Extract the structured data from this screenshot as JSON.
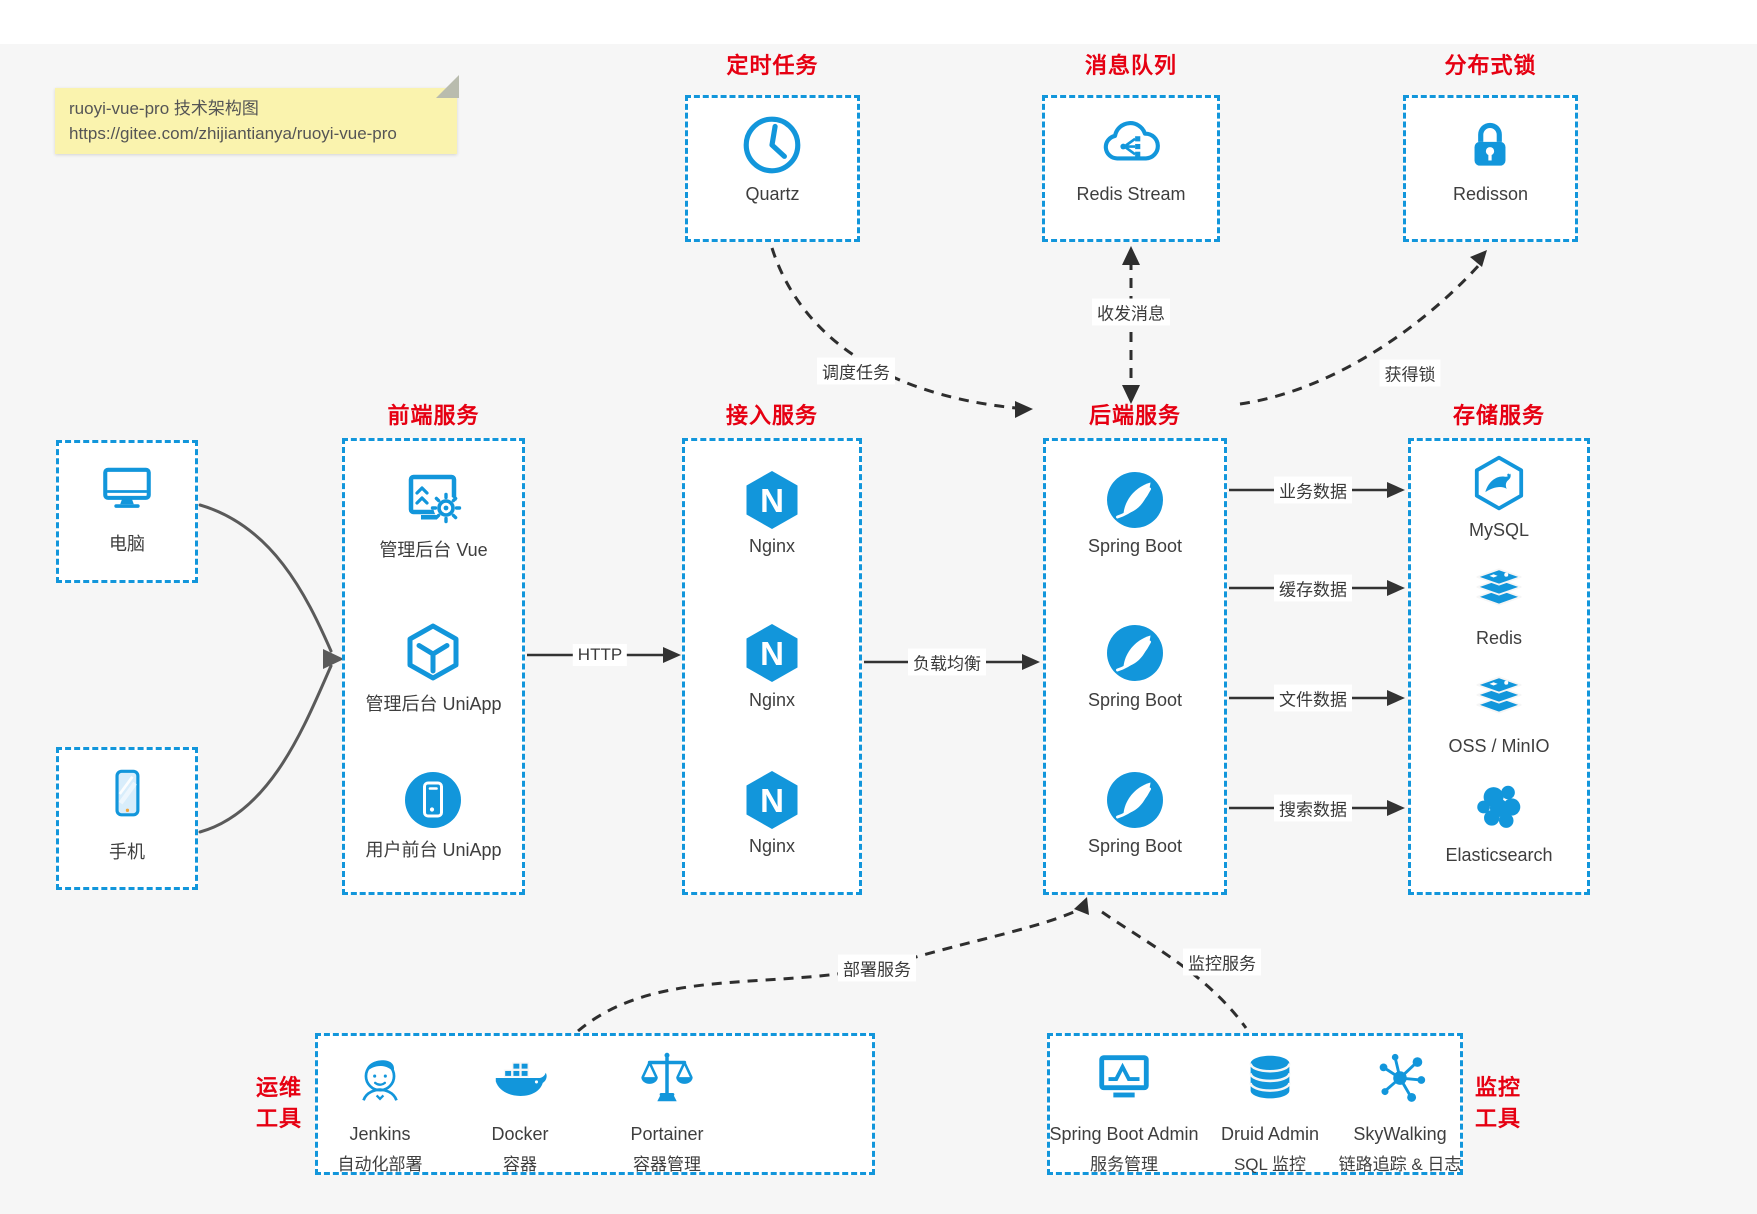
{
  "note": {
    "title": "ruoyi-vue-pro 技术架构图",
    "url": "https://gitee.com/zhijiantianya/ruoyi-vue-pro"
  },
  "colors": {
    "accent_blue": "#1296db",
    "title_red": "#e60012",
    "note_bg": "#faf3ae",
    "canvas_bg": "#f6f6f6",
    "arrow_dark": "#333333"
  },
  "top_groups": [
    {
      "title": "定时任务",
      "item": {
        "label": "Quartz",
        "icon": "clock-icon"
      }
    },
    {
      "title": "消息队列",
      "item": {
        "label": "Redis Stream",
        "icon": "cloud-message-icon"
      }
    },
    {
      "title": "分布式锁",
      "item": {
        "label": "Redisson",
        "icon": "lock-icon"
      }
    }
  ],
  "clients": [
    {
      "label": "电脑",
      "icon": "desktop-icon"
    },
    {
      "label": "手机",
      "icon": "smartphone-icon"
    }
  ],
  "columns": [
    {
      "title": "前端服务",
      "items": [
        {
          "label": "管理后台 Vue",
          "icon": "admin-vue-icon"
        },
        {
          "label": "管理后台 UniApp",
          "icon": "uniapp-cube-icon"
        },
        {
          "label": "用户前台 UniApp",
          "icon": "user-mobile-icon"
        }
      ]
    },
    {
      "title": "接入服务",
      "items": [
        {
          "label": "Nginx",
          "icon": "nginx-icon"
        },
        {
          "label": "Nginx",
          "icon": "nginx-icon"
        },
        {
          "label": "Nginx",
          "icon": "nginx-icon"
        }
      ]
    },
    {
      "title": "后端服务",
      "items": [
        {
          "label": "Spring Boot",
          "icon": "spring-boot-icon"
        },
        {
          "label": "Spring Boot",
          "icon": "spring-boot-icon"
        },
        {
          "label": "Spring Boot",
          "icon": "spring-boot-icon"
        }
      ]
    },
    {
      "title": "存储服务",
      "items": [
        {
          "label": "MySQL",
          "icon": "mysql-icon"
        },
        {
          "label": "Redis",
          "icon": "redis-stack-icon"
        },
        {
          "label": "OSS / MinIO",
          "icon": "storage-stack-icon"
        },
        {
          "label": "Elasticsearch",
          "icon": "elasticsearch-icon"
        }
      ]
    }
  ],
  "bottom_groups": [
    {
      "title_line1": "运维",
      "title_line2": "工具",
      "items": [
        {
          "name": "Jenkins",
          "desc": "自动化部署",
          "icon": "jenkins-icon"
        },
        {
          "name": "Docker",
          "desc": "容器",
          "icon": "docker-icon"
        },
        {
          "name": "Portainer",
          "desc": "容器管理",
          "icon": "portainer-icon"
        }
      ]
    },
    {
      "title_line1": "监控",
      "title_line2": "工具",
      "items": [
        {
          "name": "Spring Boot Admin",
          "desc": "服务管理",
          "icon": "spring-boot-admin-icon"
        },
        {
          "name": "Druid Admin",
          "desc": "SQL 监控",
          "icon": "druid-icon"
        },
        {
          "name": "SkyWalking",
          "desc": "链路追踪 & 日志",
          "icon": "skywalking-icon"
        }
      ]
    }
  ],
  "edges": {
    "http": "HTTP",
    "load_balance": "负载均衡",
    "schedule": "调度任务",
    "message": "收发消息",
    "lock": "获得锁",
    "business_data": "业务数据",
    "cache_data": "缓存数据",
    "file_data": "文件数据",
    "search_data": "搜索数据",
    "deploy": "部署服务",
    "monitor": "监控服务"
  }
}
